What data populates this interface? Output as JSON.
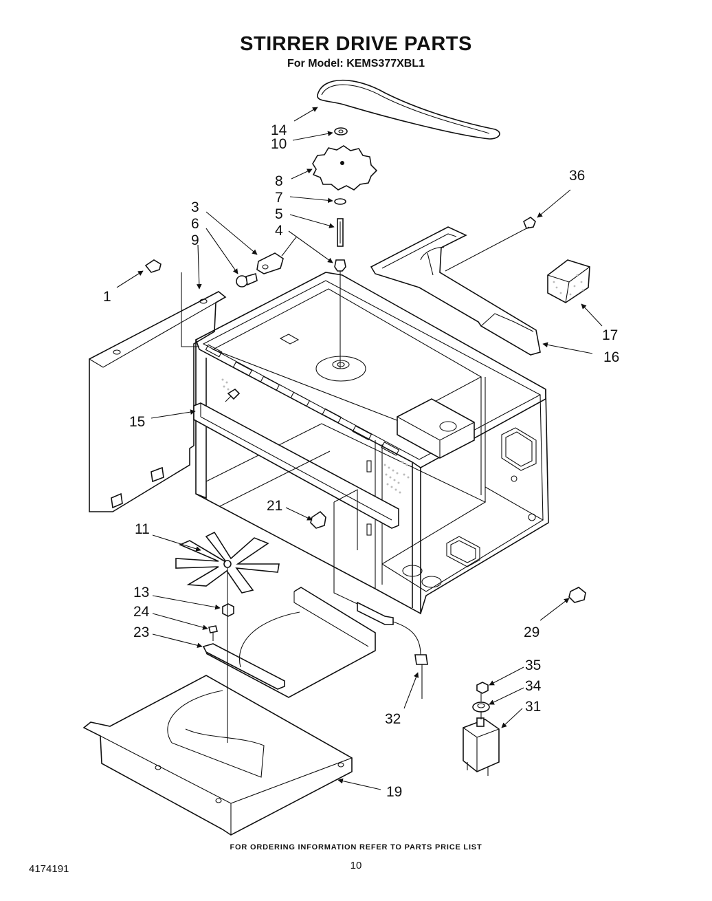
{
  "header": {
    "title": "STIRRER DRIVE PARTS",
    "subtitle": "For Model: KEMS377XBL1"
  },
  "callouts": [
    {
      "id": "c1",
      "label": "1"
    },
    {
      "id": "c3",
      "label": "3"
    },
    {
      "id": "c4",
      "label": "4"
    },
    {
      "id": "c5",
      "label": "5"
    },
    {
      "id": "c6",
      "label": "6"
    },
    {
      "id": "c7",
      "label": "7"
    },
    {
      "id": "c8",
      "label": "8"
    },
    {
      "id": "c9",
      "label": "9"
    },
    {
      "id": "c10",
      "label": "10"
    },
    {
      "id": "c11",
      "label": "11"
    },
    {
      "id": "c13",
      "label": "13"
    },
    {
      "id": "c14",
      "label": "14"
    },
    {
      "id": "c15",
      "label": "15"
    },
    {
      "id": "c16",
      "label": "16"
    },
    {
      "id": "c17",
      "label": "17"
    },
    {
      "id": "c19",
      "label": "19"
    },
    {
      "id": "c21",
      "label": "21"
    },
    {
      "id": "c23",
      "label": "23"
    },
    {
      "id": "c24",
      "label": "24"
    },
    {
      "id": "c29",
      "label": "29"
    },
    {
      "id": "c31",
      "label": "31"
    },
    {
      "id": "c32",
      "label": "32"
    },
    {
      "id": "c34",
      "label": "34"
    },
    {
      "id": "c35",
      "label": "35"
    },
    {
      "id": "c36",
      "label": "36"
    }
  ],
  "footer": {
    "ordering_note": "FOR ORDERING INFORMATION REFER TO PARTS PRICE LIST",
    "doc_number": "4174191",
    "page_number": "10"
  }
}
